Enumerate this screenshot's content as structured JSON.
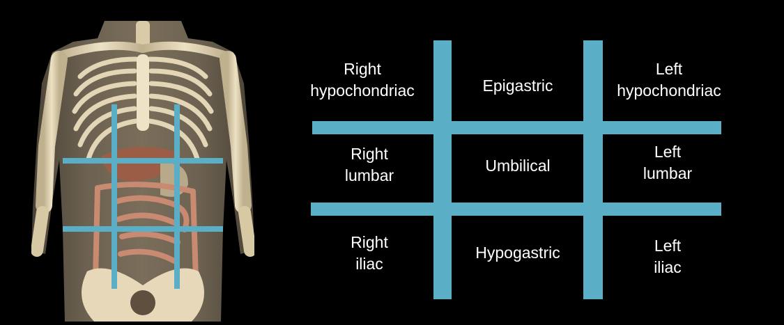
{
  "colors": {
    "background": "#000000",
    "grid_line": "#5aafc7",
    "text": "#ffffff"
  },
  "figure": {
    "description_icon": "torso-skeleton-illustration"
  },
  "regions": {
    "right_hypochondriac": "Right\nhypochondriac",
    "epigastric": "Epigastric",
    "left_hypochondriac": "Left\nhypochondriac",
    "right_lumbar": "Right\nlumbar",
    "umbilical": "Umbilical",
    "left_lumbar": "Left\nlumbar",
    "right_iliac": "Right\niliac",
    "hypogastric": "Hypogastric",
    "left_iliac": "Left\niliac"
  }
}
